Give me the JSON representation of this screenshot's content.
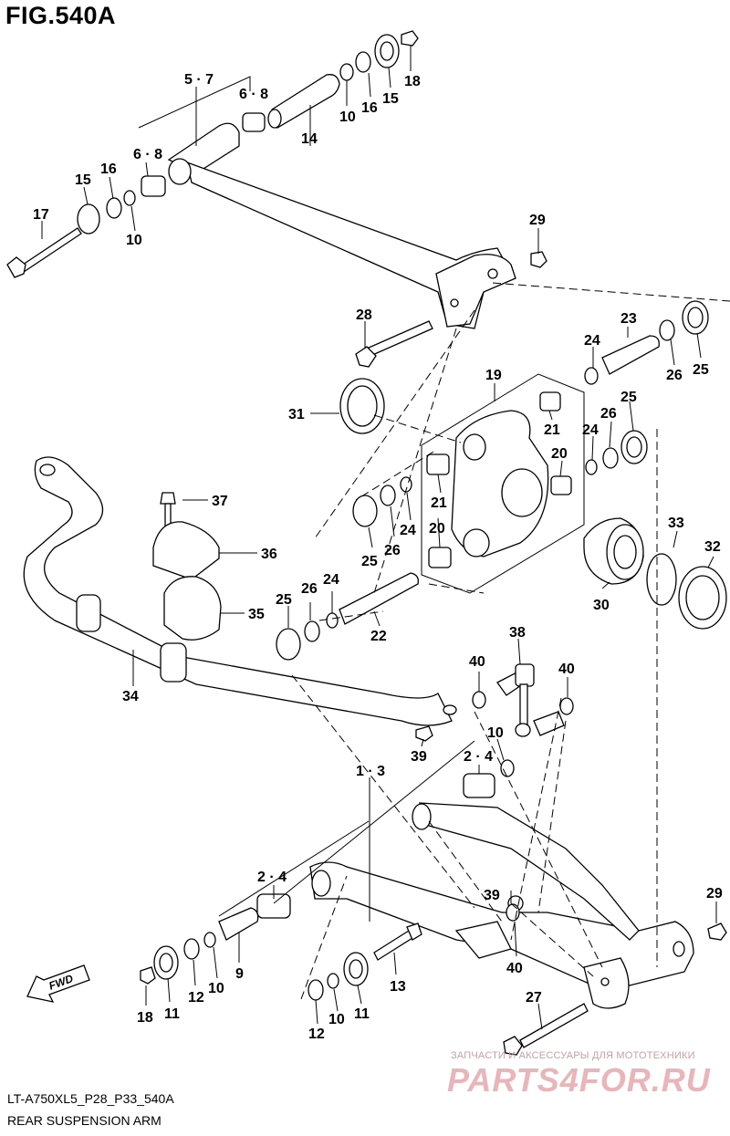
{
  "figure_title": "FIG.540A",
  "diagram_code": "LT-A750XL5_P28_P33_540A",
  "caption": "REAR SUSPENSION ARM",
  "fwd_label": "FWD",
  "watermark": {
    "top_text": "ЗАПЧАСТИ И АКСЕССУАРЫ ДЛЯ МОТОТЕХНИКИ",
    "logo_text": "PARTS4FOR.RU"
  },
  "callouts": [
    {
      "id": "c-5-7",
      "text": "5 · 7"
    },
    {
      "id": "c-6-8-top",
      "text": "6 · 8"
    },
    {
      "id": "c-6-8-left",
      "text": "6 · 8"
    },
    {
      "id": "c-14",
      "text": "14"
    },
    {
      "id": "c-10-top",
      "text": "10"
    },
    {
      "id": "c-16-top",
      "text": "16"
    },
    {
      "id": "c-15-top",
      "text": "15"
    },
    {
      "id": "c-18-top",
      "text": "18"
    },
    {
      "id": "c-15-left",
      "text": "15"
    },
    {
      "id": "c-16-left",
      "text": "16"
    },
    {
      "id": "c-17",
      "text": "17"
    },
    {
      "id": "c-10-left",
      "text": "10"
    },
    {
      "id": "c-29-top",
      "text": "29"
    },
    {
      "id": "c-28",
      "text": "28"
    },
    {
      "id": "c-23",
      "text": "23"
    },
    {
      "id": "c-24-top",
      "text": "24"
    },
    {
      "id": "c-26-top",
      "text": "26"
    },
    {
      "id": "c-25-top",
      "text": "25"
    },
    {
      "id": "c-19",
      "text": "19"
    },
    {
      "id": "c-31",
      "text": "31"
    },
    {
      "id": "c-21-right",
      "text": "21"
    },
    {
      "id": "c-25-mid",
      "text": "25"
    },
    {
      "id": "c-26-mid",
      "text": "26"
    },
    {
      "id": "c-24-mid",
      "text": "24"
    },
    {
      "id": "c-20-right",
      "text": "20"
    },
    {
      "id": "c-37",
      "text": "37"
    },
    {
      "id": "c-21-left",
      "text": "21"
    },
    {
      "id": "c-24-left",
      "text": "24"
    },
    {
      "id": "c-20-left",
      "text": "20"
    },
    {
      "id": "c-33",
      "text": "33"
    },
    {
      "id": "c-32",
      "text": "32"
    },
    {
      "id": "c-36",
      "text": "36"
    },
    {
      "id": "c-25-left",
      "text": "25"
    },
    {
      "id": "c-26-left",
      "text": "26"
    },
    {
      "id": "c-30",
      "text": "30"
    },
    {
      "id": "c-26-low",
      "text": "26"
    },
    {
      "id": "c-24-low",
      "text": "24"
    },
    {
      "id": "c-25-low",
      "text": "25"
    },
    {
      "id": "c-35",
      "text": "35"
    },
    {
      "id": "c-22",
      "text": "22"
    },
    {
      "id": "c-38",
      "text": "38"
    },
    {
      "id": "c-34",
      "text": "34"
    },
    {
      "id": "c-40-mid",
      "text": "40"
    },
    {
      "id": "c-40-right",
      "text": "40"
    },
    {
      "id": "c-39-mid",
      "text": "39"
    },
    {
      "id": "c-10-mid",
      "text": "10"
    },
    {
      "id": "c-2-4-right",
      "text": "2 · 4"
    },
    {
      "id": "c-1-3",
      "text": "1 · 3"
    },
    {
      "id": "c-2-4-left",
      "text": "2 · 4"
    },
    {
      "id": "c-29-low",
      "text": "29"
    },
    {
      "id": "c-39-low",
      "text": "39"
    },
    {
      "id": "c-40-low",
      "text": "40"
    },
    {
      "id": "c-9",
      "text": "9"
    },
    {
      "id": "c-10-low",
      "text": "10"
    },
    {
      "id": "c-12-low",
      "text": "12"
    },
    {
      "id": "c-11-low",
      "text": "11"
    },
    {
      "id": "c-18-low",
      "text": "18"
    },
    {
      "id": "c-13",
      "text": "13"
    },
    {
      "id": "c-27",
      "text": "27"
    },
    {
      "id": "c-12-bottom",
      "text": "12"
    },
    {
      "id": "c-10-bottom",
      "text": "10"
    },
    {
      "id": "c-11-bottom",
      "text": "11"
    }
  ]
}
